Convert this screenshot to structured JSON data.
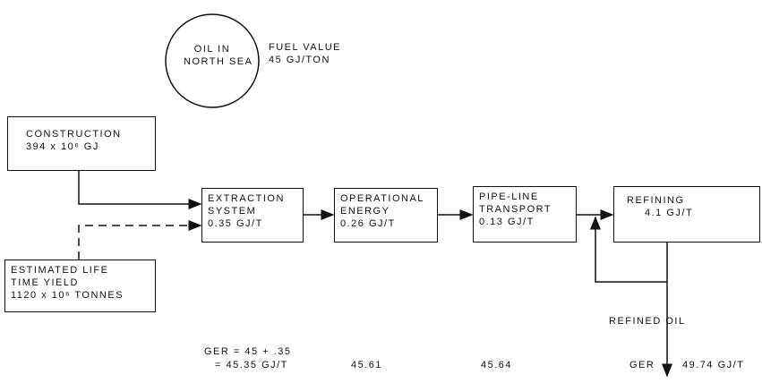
{
  "source": {
    "line1": "OIL IN",
    "line2": "NORTH SEA"
  },
  "fuel_value": {
    "line1": "FUEL VALUE",
    "line2": "45 GJ/TON"
  },
  "construction": {
    "line1": "CONSTRUCTION",
    "line2": "394 x 10⁶ GJ"
  },
  "yield": {
    "line1": "ESTIMATED LIFE",
    "line2": "TIME YIELD",
    "line3": "1120 x 10⁶ TONNES"
  },
  "extraction": {
    "line1": "EXTRACTION",
    "line2": "SYSTEM",
    "line3": "0.35 GJ/T"
  },
  "operational": {
    "line1": "OPERATIONAL",
    "line2": "ENERGY",
    "line3": "0.26 GJ/T"
  },
  "pipeline": {
    "line1": "PIPE-LINE",
    "line2": "TRANSPORT",
    "line3": "0.13 GJ/T"
  },
  "refining": {
    "line1": "REFINING",
    "line2": "4.1 GJ/T"
  },
  "output_label": "REFINED OIL",
  "ger": {
    "line1": "GER = 45 + .35",
    "line2": "= 45.35 GJ/T",
    "after_operational": "45.61",
    "after_pipeline": "45.64",
    "final_label": "GER",
    "final_value": "49.74 GJ/T"
  }
}
